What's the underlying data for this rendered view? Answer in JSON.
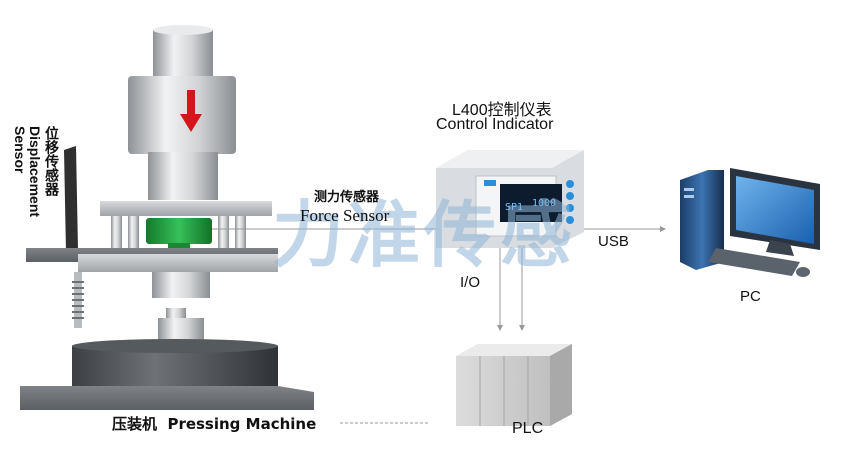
{
  "labels": {
    "displacement_cn": "位移传感器",
    "displacement_en1": "Displacement",
    "displacement_en2": "Sensor",
    "force_cn": "测力传感器",
    "force_en": "Force Sensor",
    "controller_title": "L400控制仪表",
    "controller_subtitle": "Control Indicator",
    "usb": "USB",
    "io": "I/O",
    "pc": "PC",
    "plc": "PLC",
    "machine": "压装机  Pressing Machine"
  },
  "watermark": "力准传感",
  "indicator_screen": {
    "left": "SP1",
    "right": "1000"
  },
  "colors": {
    "machine_gray": "#a9adb0",
    "force_sensor_green": "#1f9a3a",
    "arrow_red": "#d4161c",
    "screen_bg": "#0c1b2e",
    "screen_text": "#6ec3ff",
    "button_blue": "#2a8fd8"
  }
}
